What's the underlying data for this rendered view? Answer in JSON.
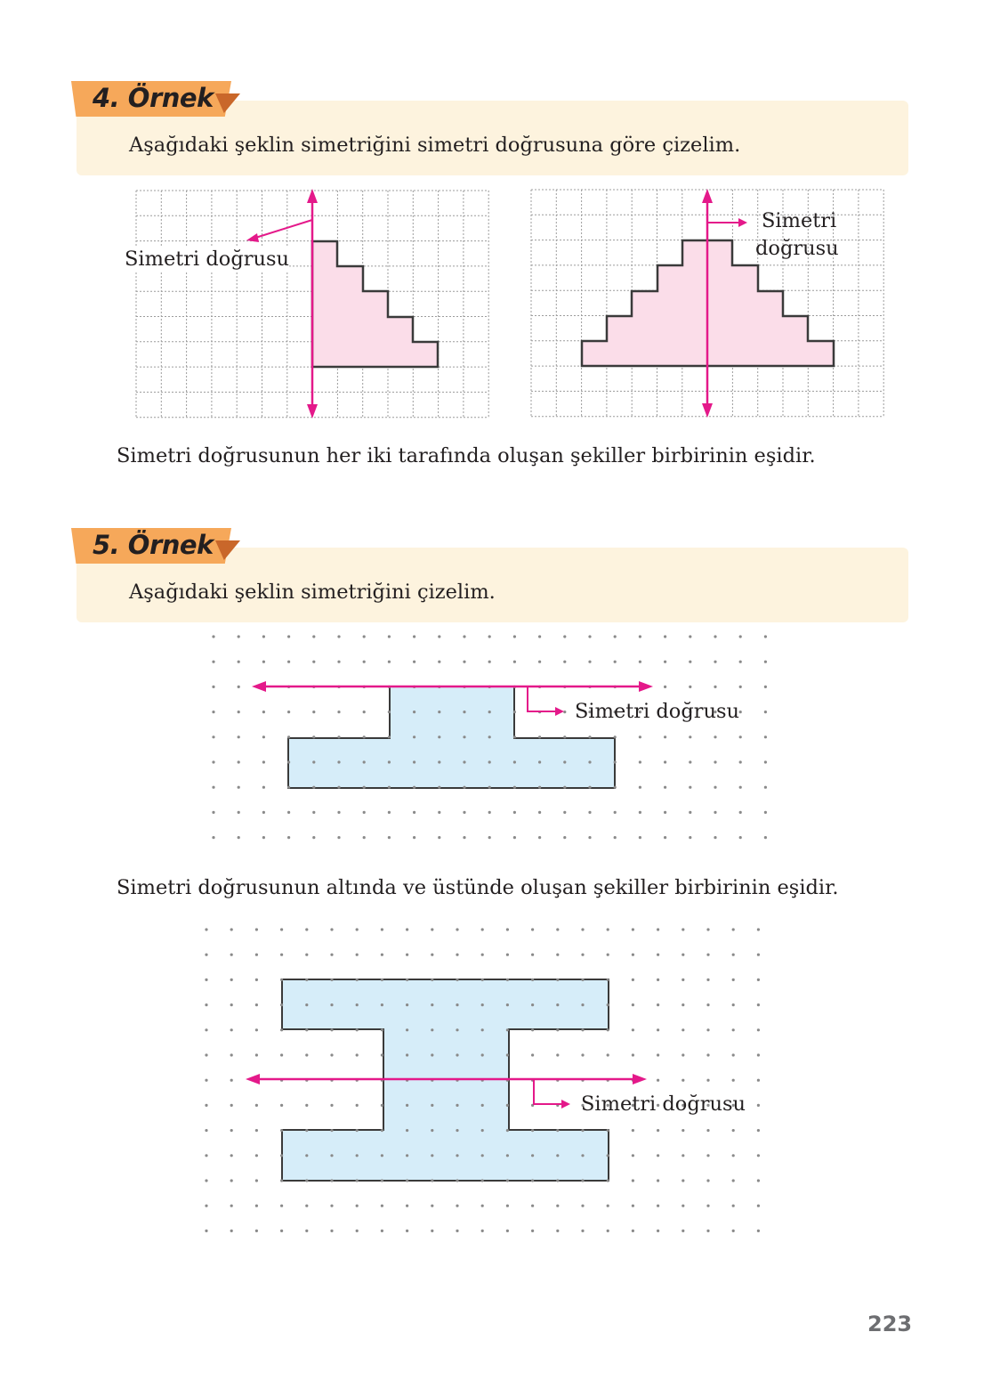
{
  "page": {
    "number": "223",
    "colors": {
      "tag_orange": "#f6a85a",
      "tag_fold": "#c9672a",
      "banner_bg": "#fdf3de",
      "axis_magenta": "#e4198a",
      "pink_fill": "#fbdde9",
      "blue_fill": "#d6edf9",
      "outline": "#3a3a3a",
      "grid_gray": "#9c9c9c"
    }
  },
  "example4": {
    "tag": "4. Örnek",
    "prompt": "Aşağıdaki şeklin simetriğini simetri doğrusuna göre çizelim.",
    "left_figure": {
      "label": "Simetri doğrusu",
      "grid": {
        "cols": 14,
        "rows": 9
      },
      "axis": "vertical",
      "shape": "right half staircase (5 steps) adjacent to axis, pink"
    },
    "right_figure": {
      "label_line1": "Simetri",
      "label_line2": "doğrusu",
      "grid": {
        "cols": 14,
        "rows": 9
      },
      "axis": "vertical",
      "shape": "symmetric staircase pyramid (5 levels), pink"
    },
    "conclusion": "Simetri doğrusunun her iki tarafında oluşan şekiller birbirinin eşidir."
  },
  "example5": {
    "tag": "5. Örnek",
    "prompt": "Aşağıdaki şeklin simetriğini çizelim.",
    "top_figure": {
      "label": "Simetri doğrusu",
      "dot_grid": {
        "cols": 23,
        "rows": 9
      },
      "axis": "horizontal",
      "shape": "inverted T (half) below axis, blue"
    },
    "conclusion": "Simetri doğrusunun altında ve üstünde oluşan şekiller birbirinin eşidir.",
    "bottom_figure": {
      "label": "Simetri doğrusu",
      "dot_grid": {
        "cols": 23,
        "rows": 13
      },
      "axis": "horizontal",
      "shape": "I-beam shape symmetric about axis, blue"
    }
  }
}
